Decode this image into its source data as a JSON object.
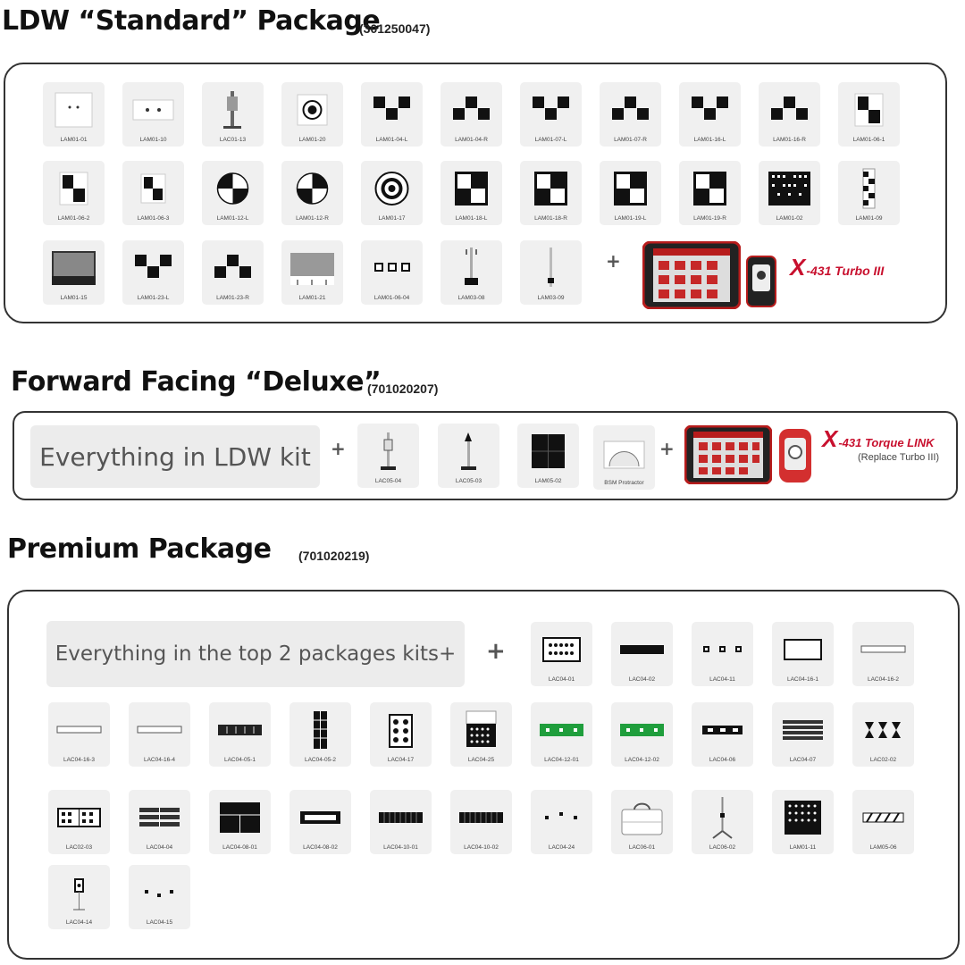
{
  "sections": {
    "ldw": {
      "title": "LDW “Standard” Package",
      "code": "(301250047)"
    },
    "ffd": {
      "title": "Forward Facing “Deluxe”",
      "code": "(701020207)"
    },
    "premium": {
      "title": "Premium Package",
      "code": "(701020219)"
    }
  },
  "ldw_tiles": [
    "LAM01-01",
    "LAM01-10",
    "LAC01-13",
    "LAM01-20",
    "LAM01-04-L",
    "LAM01-04-R",
    "LAM01-07-L",
    "LAM01-07-R",
    "LAM01-16-L",
    "LAM01-16-R",
    "LAM01-06-1",
    "LAM01-06-2",
    "LAM01-06-3",
    "LAM01-12-L",
    "LAM01-12-R",
    "LAM01-17",
    "LAM01-18-L",
    "LAM01-18-R",
    "LAM01-19-L",
    "LAM01-19-R",
    "LAM01-02",
    "LAM01-09",
    "LAM01-15",
    "LAM01-23-L",
    "LAM01-23-R",
    "LAM01-21",
    "LAM01-06-04",
    "LAM03-08",
    "LAM03-09"
  ],
  "ldw_plus": "+",
  "ldw_brand": {
    "x": "X",
    "rest": "-431 Turbo III"
  },
  "ffd_everything": "Everything in LDW kit",
  "ffd_plus": "+",
  "ffd_tiles": [
    "LAC05-04",
    "LAC05-03",
    "LAM05-02",
    "BSM Protractor"
  ],
  "ffd_plus2": "+",
  "ffd_brand": {
    "x": "X",
    "rest": "-431 Torque LINK",
    "sub": "(Replace Turbo III)"
  },
  "prem_everything": "Everything in the top 2 packages kits+",
  "prem_plus": "+",
  "prem_tiles": [
    "LAC04-01",
    "LAC04-02",
    "LAC04-11",
    "LAC04-16-1",
    "LAC04-16-2",
    "LAC04-16-3",
    "LAC04-16-4",
    "LAC04-05-1",
    "LAC04-05-2",
    "LAC04-17",
    "LAC04-25",
    "LAC04-12-01",
    "LAC04-12-02",
    "LAC04-06",
    "LAC04-07",
    "LAC02-02",
    "LAC02-03",
    "LAC04-04",
    "LAC04-08-01",
    "LAC04-08-02",
    "LAC04-10-01",
    "LAC04-10-02",
    "LAC04-24",
    "LAC06-01",
    "LAC06-02",
    "LAM01-11",
    "LAM05-06",
    "LAC04-14",
    "LAC04-15"
  ],
  "colors": {
    "brand": "#c8102e",
    "tile_bg": "#f0f0f0",
    "panel_border": "#333333",
    "green_bar": "#1f9e3c"
  }
}
